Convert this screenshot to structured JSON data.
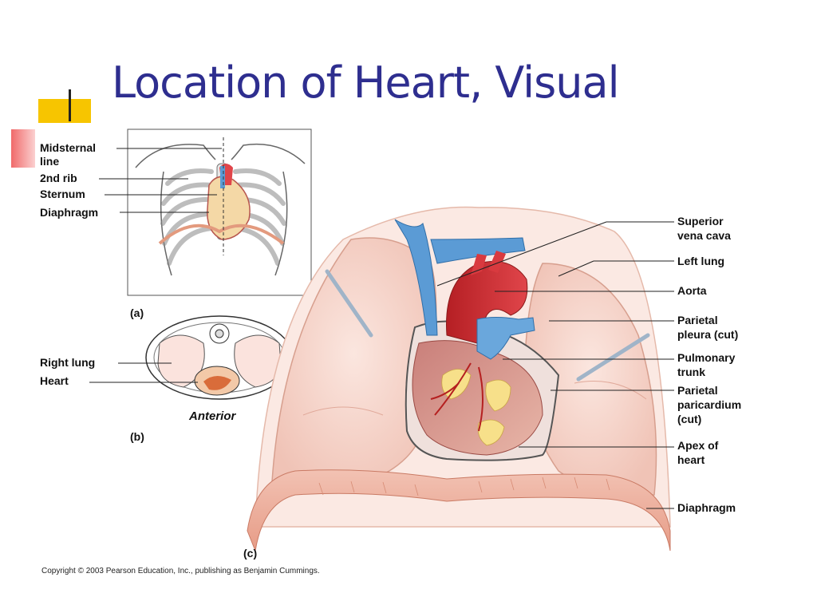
{
  "slide": {
    "title": "Location of Heart, Visual",
    "copyright": "Copyright © 2003 Pearson Education, Inc., publishing as Benjamin Cummings."
  },
  "panel_a": {
    "tag": "(a)",
    "labels": [
      "Midsternal",
      "line",
      "2nd rib",
      "Sternum",
      "Diaphragm"
    ]
  },
  "panel_b": {
    "tag": "(b)",
    "labels": [
      "Right lung",
      "Heart"
    ],
    "orientation": "Anterior"
  },
  "panel_c": {
    "tag": "(c)",
    "labels": [
      "Superior",
      "vena cava",
      "Left lung",
      "Aorta",
      "Parietal",
      "pleura (cut)",
      "Pulmonary",
      "trunk",
      "Parietal",
      "paricardium",
      "(cut)",
      "Apex of",
      "heart",
      "Diaphragm"
    ]
  },
  "colors": {
    "title": "#2e2e8f",
    "accent_yellow": "#f7c500",
    "accent_red": "#f06a6a",
    "lung": "#f6d5cc",
    "heart": "#c93636",
    "vessel_blue": "#5b9bd5",
    "fat": "#f7e08a"
  }
}
